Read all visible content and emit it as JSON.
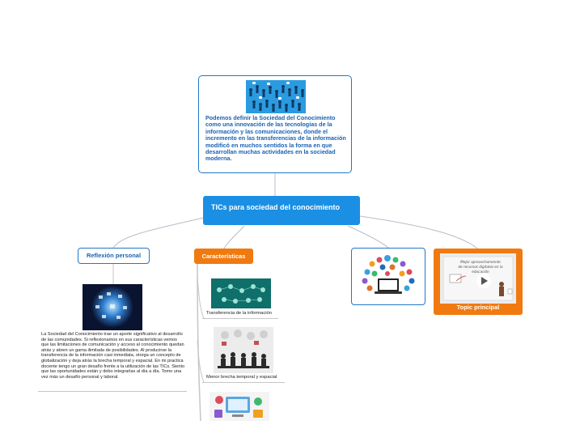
{
  "central": {
    "label": "TICs para sociedad del conocimiento",
    "color": "#1a8fe3"
  },
  "definition": {
    "image_icon": "people-network-image",
    "text": "Podemos definir la Sociedad del Conocimiento como una innovación de las tecnologías de la información y las comunicaciones, donde el incremento en las transferencias de la información modificó en muchos sentidos la forma en que desarrollan muchas actividades en la sociedad moderna."
  },
  "reflexion": {
    "label": "Reflexión personal",
    "image_icon": "digital-globe-image",
    "text": "La Sociedad del Conocimiento trae un aporte significativo al desarrollo de las comunidades. Si reflexionamos en sus características vemos que las limitaciones de comunicación y acceso al conocimiento quedan atrás y abren un gama ilimitada de posibilidades. Al producirse la transferencia de la información casi inmediata, otorga un concepto de globalización y deja atrás la brecha temporal y espacial. En mi practica docente tengo un gran desafío frente a la utilización de las TICs. Siento que las oportunidades están y debo integrarlas al día a día. Tomo una vez más un desafío personal y laboral."
  },
  "caracteristicas": {
    "label": "Características",
    "color": "#f07a10",
    "items": [
      {
        "caption": "Transferencia de la información",
        "image_icon": "network-people-image"
      },
      {
        "caption": "Menor brecha temporal y espacial",
        "image_icon": "meeting-silhouettes-image"
      },
      {
        "caption": "",
        "image_icon": "devices-image"
      }
    ]
  },
  "icons_node": {
    "image_icon": "social-media-laptop-image"
  },
  "topic": {
    "label": "Topic principal",
    "image_icon": "video-whiteboard-image",
    "video_caption": "Mejor aprovechamiento de recursos digitales en la educación"
  }
}
